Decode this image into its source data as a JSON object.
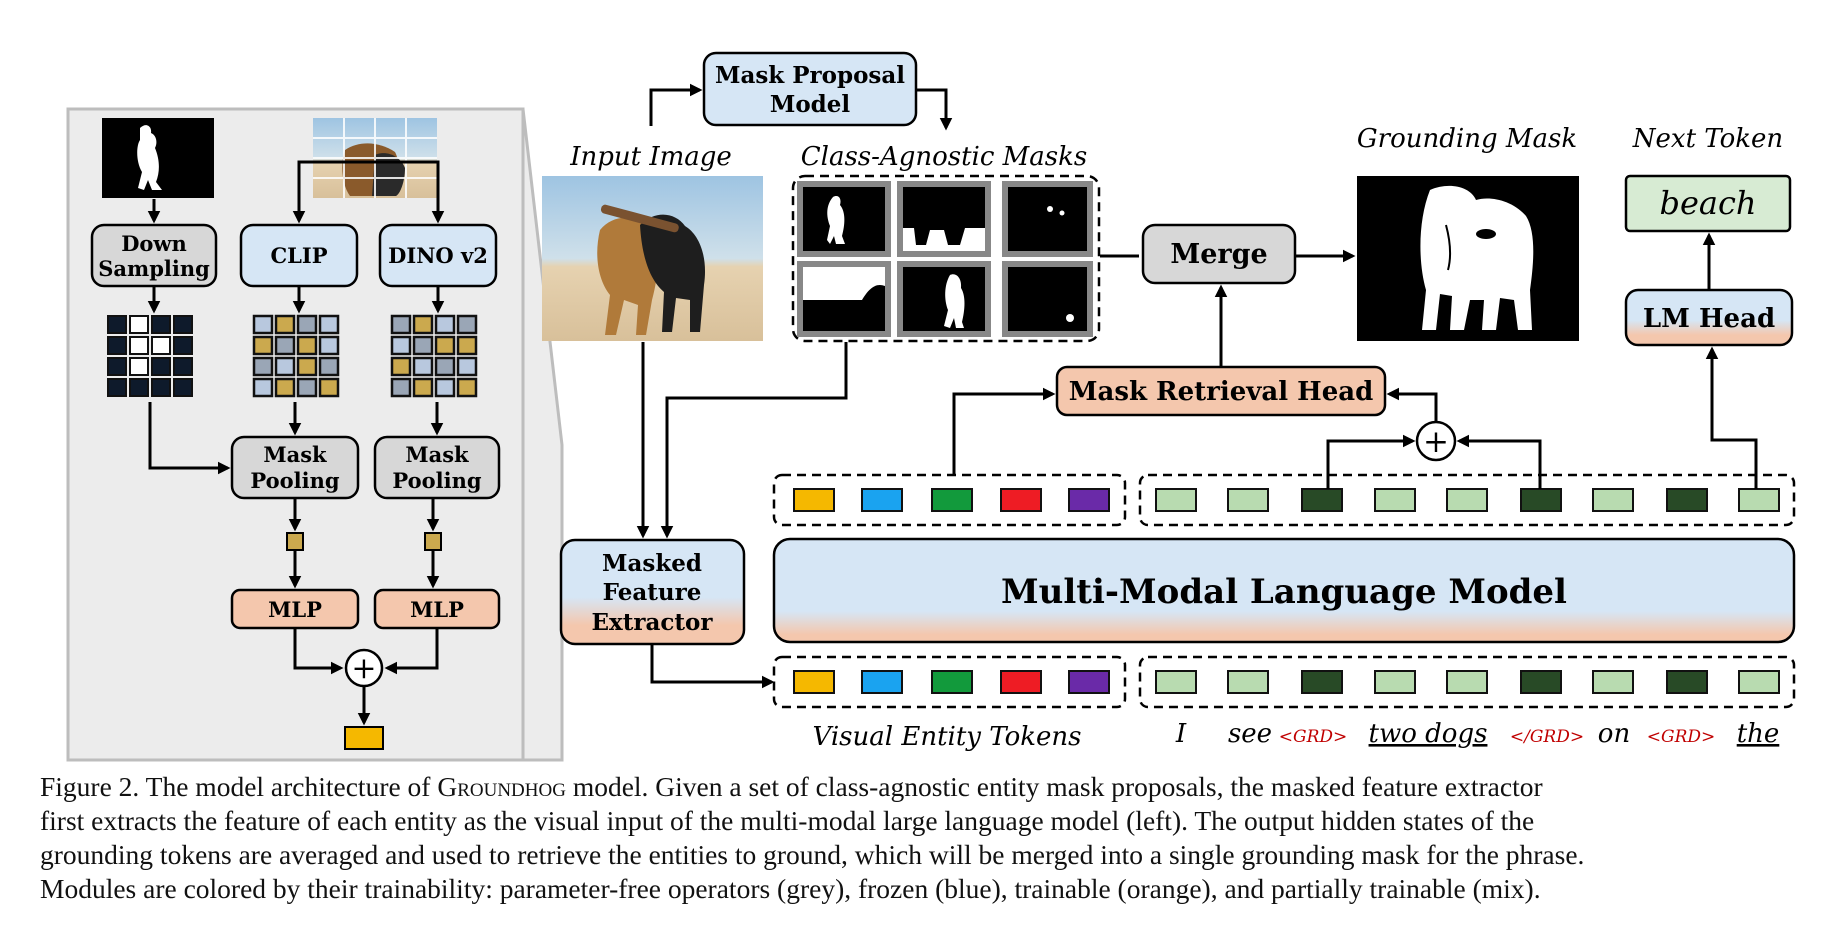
{
  "colors": {
    "grey_fill": "#d7d7d7",
    "blue_fill": "#d6e6f5",
    "orange_fill": "#f4c7ad",
    "green_fill": "#d7ebd3",
    "panel_bg": "#ececec",
    "token_yellow": "#f5b800",
    "token_blue": "#1aa3f0",
    "token_green": "#129a3c",
    "token_red": "#ee1c24",
    "token_purple": "#6a2aa8",
    "light_green_token": "#b8dbb0",
    "dark_green_token": "#284a26",
    "grd_red": "#c00000"
  },
  "left_panel": {
    "down_sampling": [
      "Down",
      "Sampling"
    ],
    "clip": "CLIP",
    "dino": "DINO v2",
    "mask_pooling_1": [
      "Mask",
      "Pooling"
    ],
    "mask_pooling_2": [
      "Mask",
      "Pooling"
    ],
    "mlp_1": "MLP",
    "mlp_2": "MLP",
    "plus": "+"
  },
  "main": {
    "mask_proposal": [
      "Mask Proposal",
      "Model"
    ],
    "input_image_label": "Input Image",
    "class_agnostic_label": "Class-Agnostic Masks",
    "merge": "Merge",
    "grounding_mask_label": "Grounding Mask",
    "next_token_label": "Next Token",
    "next_token": "beach",
    "lm_head": "LM Head",
    "mask_retrieval": "Mask Retrieval Head",
    "plus": "+",
    "masked_feature": [
      "Masked",
      "Feature",
      "Extractor"
    ],
    "mllm": "Multi-Modal Language Model",
    "visual_entity_label": "Visual Entity Tokens"
  },
  "bottom_text": {
    "w1": "I",
    "w2": "see",
    "w3": "<GRD>",
    "w4": "two dogs",
    "w5": "</GRD>",
    "w6": "on",
    "w7": "<GRD>",
    "w8": "the"
  },
  "caption": {
    "line1_a": "Figure 2. The model architecture of ",
    "line1_name": "Groundhog",
    "line1_b": " model. Given a set of class-agnostic entity mask proposals, the masked feature extractor",
    "line2": "first extracts the feature of each entity as the visual input of the multi-modal large language model (left). The output hidden states of the",
    "line3": "grounding tokens are averaged and used to retrieve the entities to ground, which will be merged into a single grounding mask for the phrase.",
    "line4": "Modules are colored by their trainability: parameter-free operators (grey), frozen (blue), trainable (orange), and partially trainable (mix)."
  }
}
